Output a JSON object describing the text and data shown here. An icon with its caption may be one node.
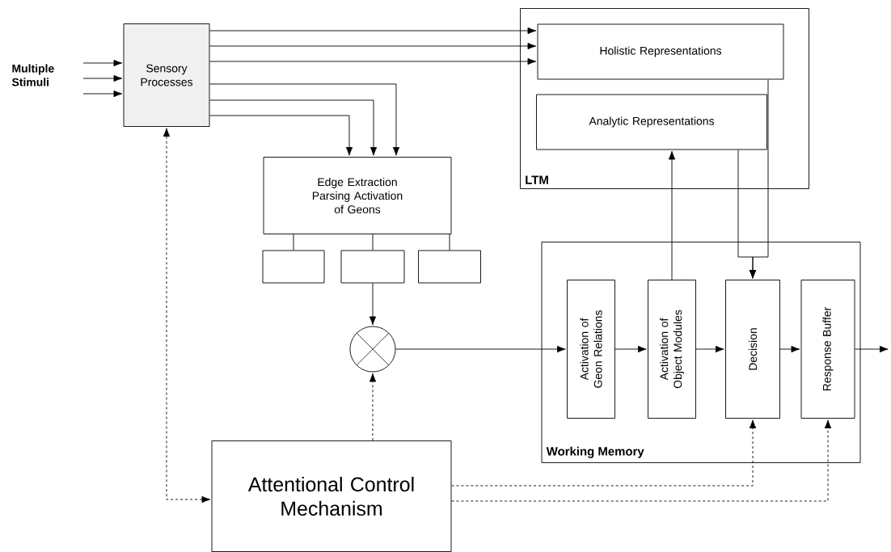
{
  "diagram": {
    "nodes": [
      {
        "text": [
          "Multiple Stimuli"
        ]
      },
      {
        "text": [
          "Sensory Processes"
        ]
      },
      {
        "text": [
          "LTM"
        ]
      },
      {
        "text": [
          "Holistic Representations"
        ],
        "in": 2
      },
      {
        "text": [
          "Analytic Representations"
        ],
        "in": 2
      },
      {
        "text": [
          "Edge Extraction Parsing Activation of Geons"
        ]
      },
      {
        "text": [],
        "shape": "box"
      },
      {
        "text": [],
        "shape": "box"
      },
      {
        "text": [],
        "shape": "box"
      },
      {
        "text": [],
        "shape": "circle"
      },
      {
        "text": [
          "Working Memory"
        ]
      },
      {
        "text": [
          "Activation of Geon Relations"
        ],
        "in": 10
      },
      {
        "text": [
          "Activation of Object Modules"
        ],
        "in": 10
      },
      {
        "text": [
          "Decision"
        ],
        "in": 10
      },
      {
        "text": [
          "Response Buffer"
        ],
        "in": 10
      },
      {
        "text": [
          "Attentional Control Mechanism"
        ]
      }
    ],
    "edges": [
      {
        "from": 0,
        "to": 1,
        "arrow": "to"
      },
      {
        "from": 0,
        "to": 1,
        "arrow": "to"
      },
      {
        "from": 0,
        "to": 1,
        "arrow": "to"
      },
      {
        "from": 1,
        "to": 3,
        "arrow": "to"
      },
      {
        "from": 1,
        "to": 3,
        "arrow": "to"
      },
      {
        "from": 1,
        "to": 3,
        "arrow": "to"
      },
      {
        "from": 1,
        "to": 5,
        "arrow": "to"
      },
      {
        "from": 1,
        "to": 5,
        "arrow": "to"
      },
      {
        "from": 1,
        "to": 5,
        "arrow": "to"
      },
      {
        "from": 5,
        "to": 6,
        "arrow": "none"
      },
      {
        "from": 5,
        "to": 7,
        "arrow": "none"
      },
      {
        "from": 5,
        "to": 8,
        "arrow": "none"
      },
      {
        "from": 7,
        "to": 9,
        "arrow": "to"
      },
      {
        "from": 9,
        "to": 11,
        "arrow": "to"
      },
      {
        "from": 11,
        "to": 12,
        "arrow": "to"
      },
      {
        "from": 12,
        "to": 13,
        "arrow": "to"
      },
      {
        "from": 13,
        "to": 14,
        "arrow": "to"
      },
      {
        "from": 14,
        "to": null,
        "arrow": "to"
      },
      {
        "from": 12,
        "to": 4,
        "arrow": "to"
      },
      {
        "from": 4,
        "to": 13,
        "arrow": "to"
      },
      {
        "from": 3,
        "to": 13,
        "arrow": "to"
      },
      {
        "from": 15,
        "to": 9,
        "arrow": "to",
        "style": "dashed"
      },
      {
        "from": 15,
        "to": 1,
        "arrow": "both",
        "style": "dashed"
      },
      {
        "from": 15,
        "to": 13,
        "arrow": "to",
        "style": "dashed"
      },
      {
        "from": 15,
        "to": 14,
        "arrow": "to",
        "style": "dashed"
      }
    ]
  }
}
